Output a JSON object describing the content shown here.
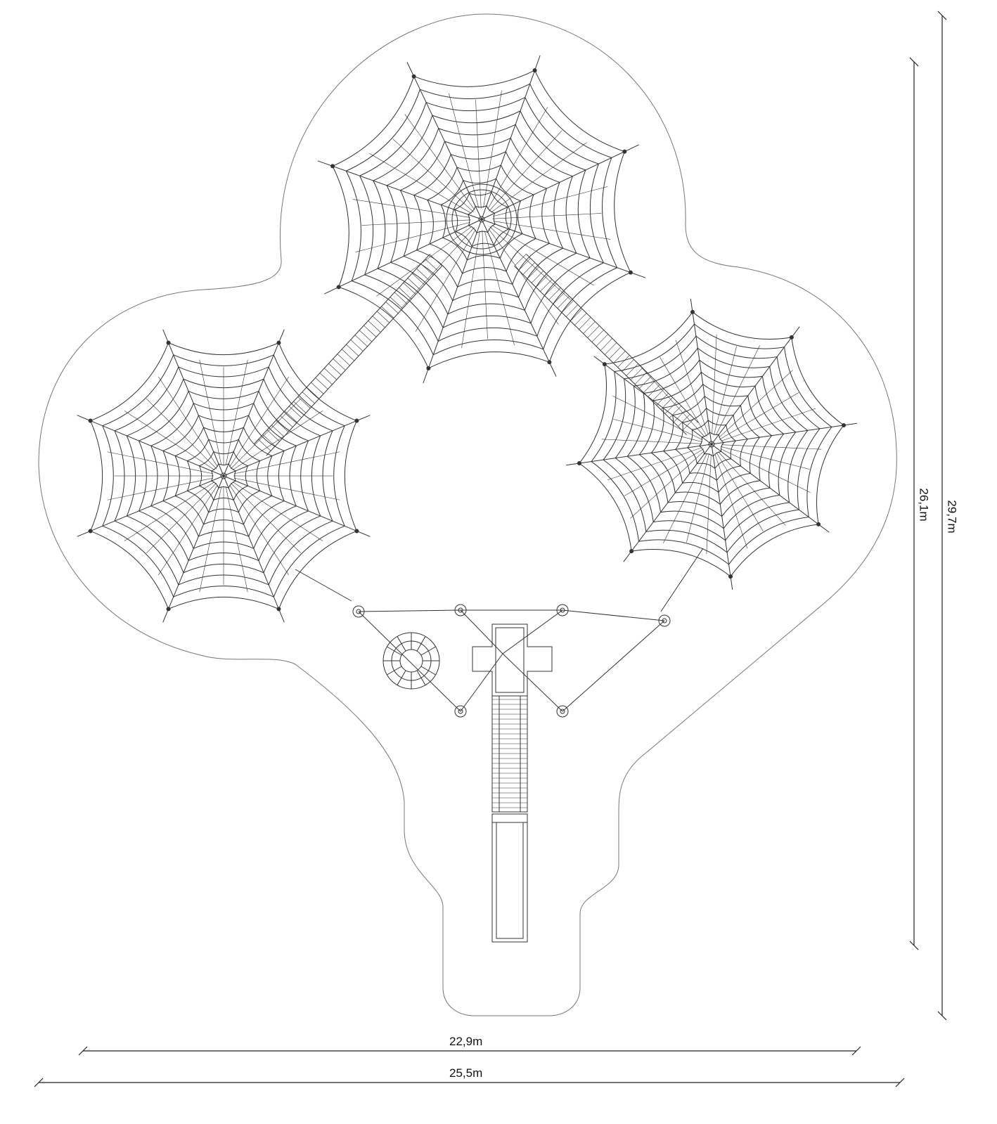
{
  "dimensions": {
    "inner_height": "26,1m",
    "outer_height": "29,7m",
    "inner_width": "22,9m",
    "outer_width": "25,5m"
  },
  "colors": {
    "line": "#333333",
    "outline": "#666666",
    "background": "#ffffff"
  }
}
